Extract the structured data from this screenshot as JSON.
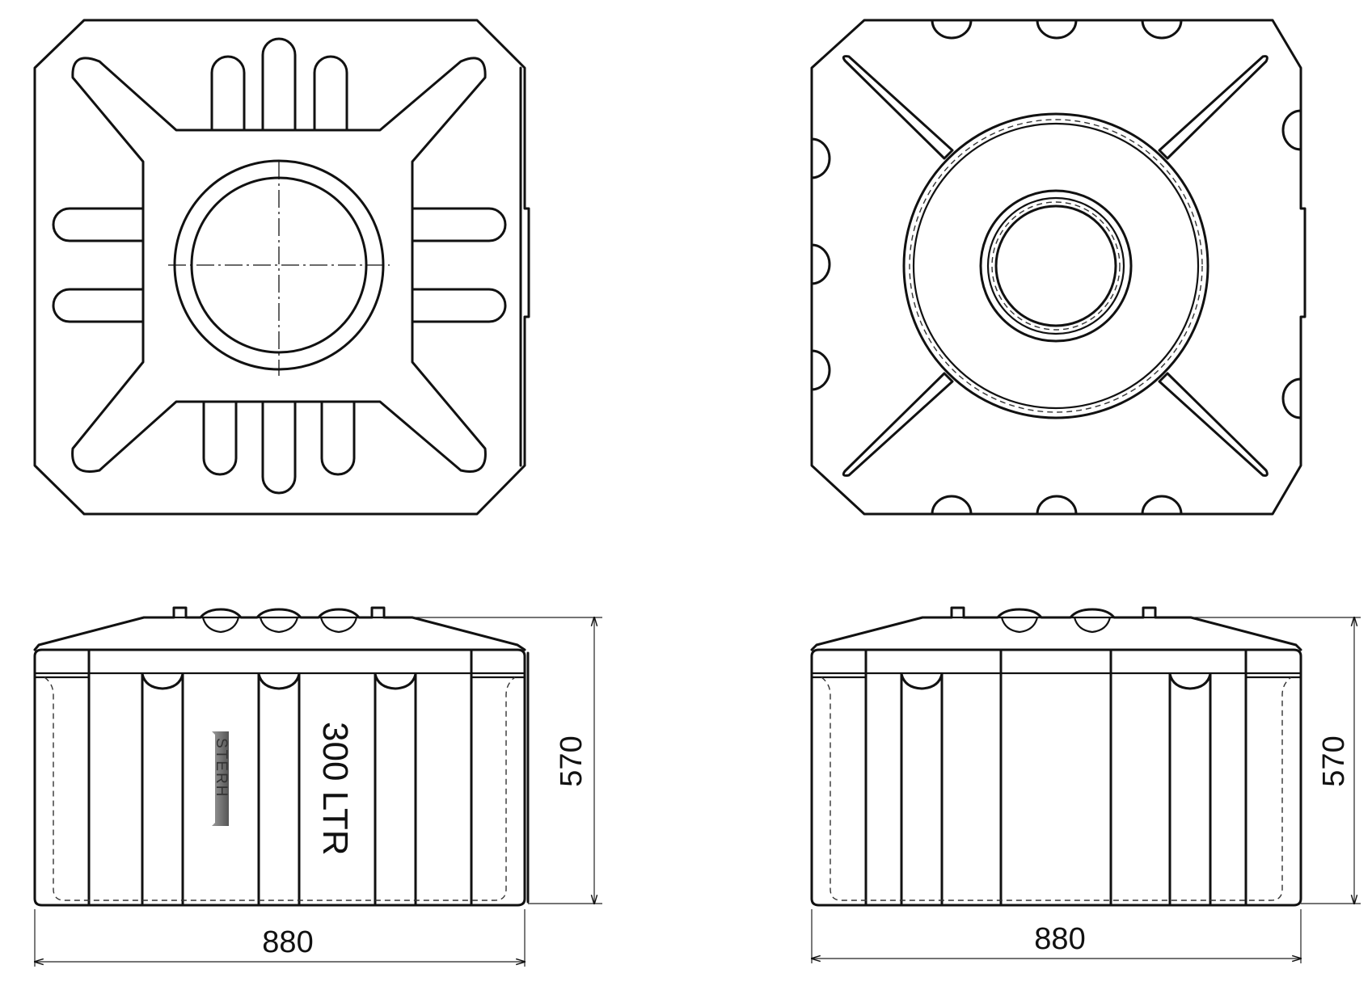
{
  "views": {
    "top_plan": {
      "label": ""
    },
    "bottom_plan": {
      "label": ""
    },
    "front_elevation": {
      "capacity_label": "300 LTR",
      "brand_logo": "STERH",
      "width_dimension": "880",
      "height_dimension": "570"
    },
    "side_elevation": {
      "width_dimension": "880",
      "height_dimension": "570"
    }
  },
  "colors": {
    "line": "#111111",
    "background": "#ffffff",
    "logo_shade": "#7a7a7a"
  }
}
